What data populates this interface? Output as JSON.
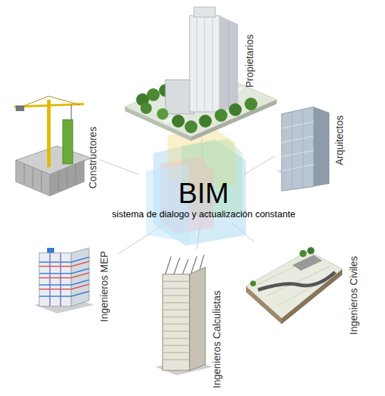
{
  "diagram": {
    "nodes": [
      {
        "text": [
          "BIM",
          "sistema de dialogo y actualización constante"
        ]
      },
      {
        "text": [
          "Propietarios"
        ]
      },
      {
        "text": [
          "Arquitectos"
        ]
      },
      {
        "text": [
          "Ingenieros Civiles"
        ]
      },
      {
        "text": [
          "Ingenieros Calculistas"
        ]
      },
      {
        "text": [
          "Ingenieros MEP"
        ]
      },
      {
        "text": [
          "Constructores"
        ]
      }
    ],
    "edges": [
      {
        "from": 0,
        "to": 1,
        "arrow": "none"
      },
      {
        "from": 0,
        "to": 2,
        "arrow": "none"
      },
      {
        "from": 0,
        "to": 3,
        "arrow": "none"
      },
      {
        "from": 0,
        "to": 4,
        "arrow": "none"
      },
      {
        "from": 0,
        "to": 5,
        "arrow": "none"
      },
      {
        "from": 0,
        "to": 6,
        "arrow": "none"
      }
    ]
  }
}
